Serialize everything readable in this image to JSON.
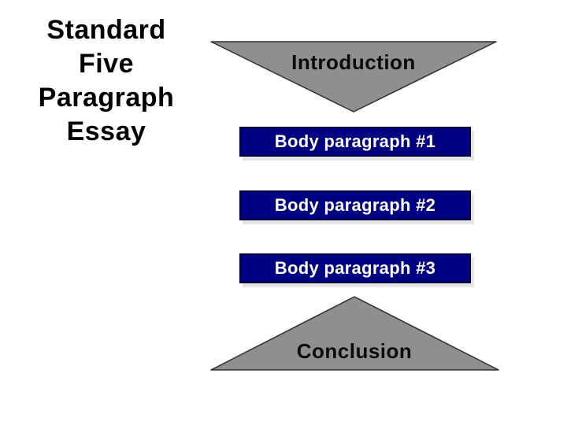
{
  "slide": {
    "title": {
      "full": "Standard Five Paragraph Essay",
      "lines": [
        "Standard",
        "Five",
        "Paragraph",
        "Essay"
      ]
    },
    "diagram": {
      "steps": [
        {
          "shape": "triangle-down",
          "label": "Introduction"
        },
        {
          "shape": "rectangle",
          "label": "Body paragraph #1"
        },
        {
          "shape": "rectangle",
          "label": "Body paragraph #2"
        },
        {
          "shape": "rectangle",
          "label": "Body paragraph #3"
        },
        {
          "shape": "triangle-up",
          "label": "Conclusion"
        }
      ]
    },
    "colors": {
      "background": "#ffffff",
      "triangle_fill": "#8f8f8f",
      "triangle_outline": "#2e2e2e",
      "box_fill": "#000082",
      "box_outline": "#000038",
      "box_text": "#ffffff",
      "title_text": "#000000"
    }
  }
}
